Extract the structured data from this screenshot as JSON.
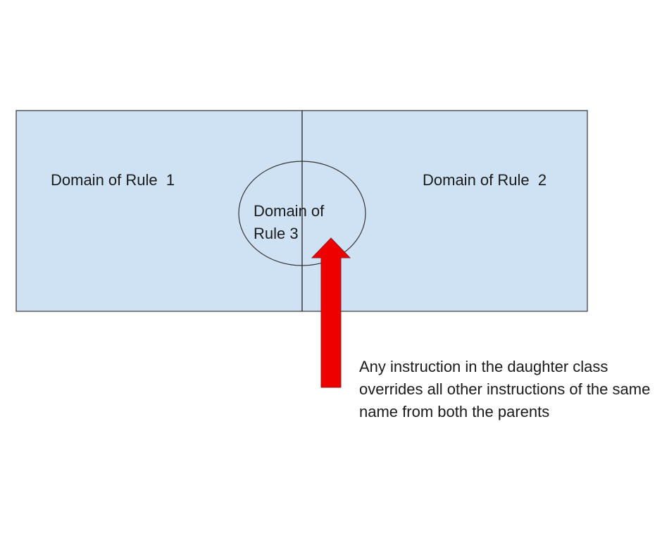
{
  "labels": {
    "rule1": "Domain of Rule  1",
    "rule2": "Domain of Rule  2",
    "rule3": "Domain of\nRule   3"
  },
  "annotation": "Any instruction in the daughter class overrides all other instructions of the same name from both the parents",
  "colors": {
    "domain_fill": "#cfe2f3",
    "outline": "#333333",
    "arrow_fill": "#ee0000",
    "arrow_stroke": "#8a1f1f"
  }
}
